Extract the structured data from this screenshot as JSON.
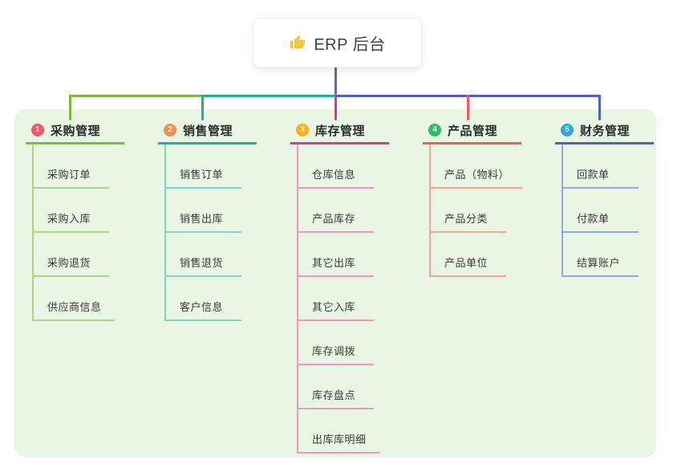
{
  "root": {
    "title": "ERP 后台",
    "icon": "thumbs-up-icon"
  },
  "branches": [
    {
      "badge": "1",
      "title": "采购管理",
      "items": [
        "采购订单",
        "采购入库",
        "采购退货",
        "供应商信息"
      ]
    },
    {
      "badge": "2",
      "title": "销售管理",
      "items": [
        "销售订单",
        "销售出库",
        "销售退货",
        "客户信息"
      ]
    },
    {
      "badge": "3",
      "title": "库存管理",
      "items": [
        "仓库信息",
        "产品库存",
        "其它出库",
        "其它入库",
        "库存调拨",
        "库存盘点",
        "出库库明细"
      ]
    },
    {
      "badge": "4",
      "title": "产品管理",
      "items": [
        "产品（物料）",
        "产品分类",
        "产品单位"
      ]
    },
    {
      "badge": "5",
      "title": "财务管理",
      "items": [
        "回款单",
        "付款单",
        "结算账户"
      ]
    }
  ],
  "colors": {
    "panel_bg": "#eaf6e4",
    "root_text": "#3b4252",
    "root_line": "#5b68c0",
    "header_text": "#2b2b2b",
    "item_text": "#3a3a3a",
    "badge_text": "#ffffff",
    "thumb": "#f6c344",
    "b1_accent": "#7cb93e",
    "b1_light": "#a9d688",
    "b1_badge": "#f25868",
    "b2_accent": "#14b3a5",
    "b2_light": "#7fd2c8",
    "b2_badge": "#fb8e4e",
    "b3_accent": "#d23b9d",
    "b3_light": "#ee96c5",
    "b3_badge": "#fbb017",
    "b4_accent": "#f25b57",
    "b4_light": "#f6a09c",
    "b4_badge": "#2ebd5f",
    "b5_accent": "#4d61c2",
    "b5_light": "#93a6dd",
    "b5_badge": "#35a3dc"
  }
}
